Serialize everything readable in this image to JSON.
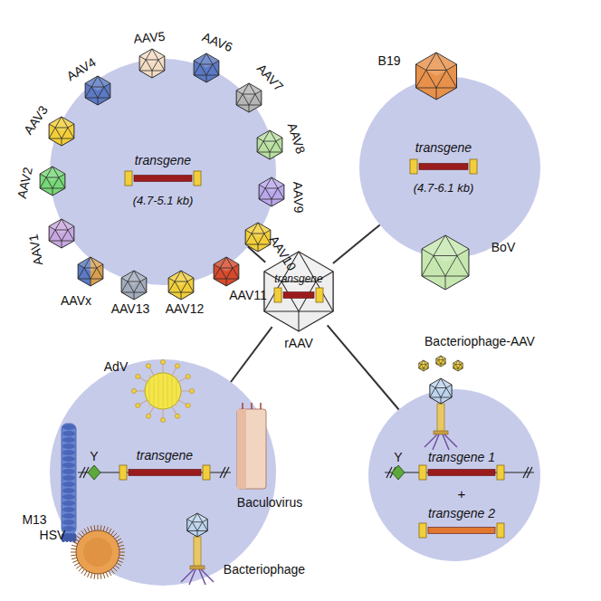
{
  "diagram": {
    "nodes": [
      {
        "text": [
          "transgene",
          "(4.7-5.1 kb)"
        ]
      },
      {
        "text": [
          "transgene",
          "(4.7-6.1 kb)"
        ]
      },
      {
        "text": [
          "transgene",
          "rAAV"
        ]
      },
      {
        "text": [
          "transgene"
        ]
      },
      {
        "text": [
          "transgene 1",
          "+",
          "transgene 2"
        ]
      }
    ],
    "edges": [
      {
        "from": 2,
        "to": 0,
        "arrow": "none"
      },
      {
        "from": 2,
        "to": 1,
        "arrow": "none"
      },
      {
        "from": 2,
        "to": 3,
        "arrow": "none"
      },
      {
        "from": 2,
        "to": 4,
        "arrow": "none"
      }
    ],
    "labels": [
      "AAV1",
      "AAV2",
      "AAV3",
      "AAV4",
      "AAV5",
      "AAV6",
      "AAV7",
      "AAV8",
      "AAV9",
      "AAV10",
      "AAV11",
      "AAV12",
      "AAV13",
      "AAVx",
      "B19",
      "BoV",
      "AdV",
      "M13",
      "Y",
      "Baculovirus",
      "HSV",
      "Bacteriophage",
      "Bacteriophage-AAV",
      "Y"
    ]
  }
}
